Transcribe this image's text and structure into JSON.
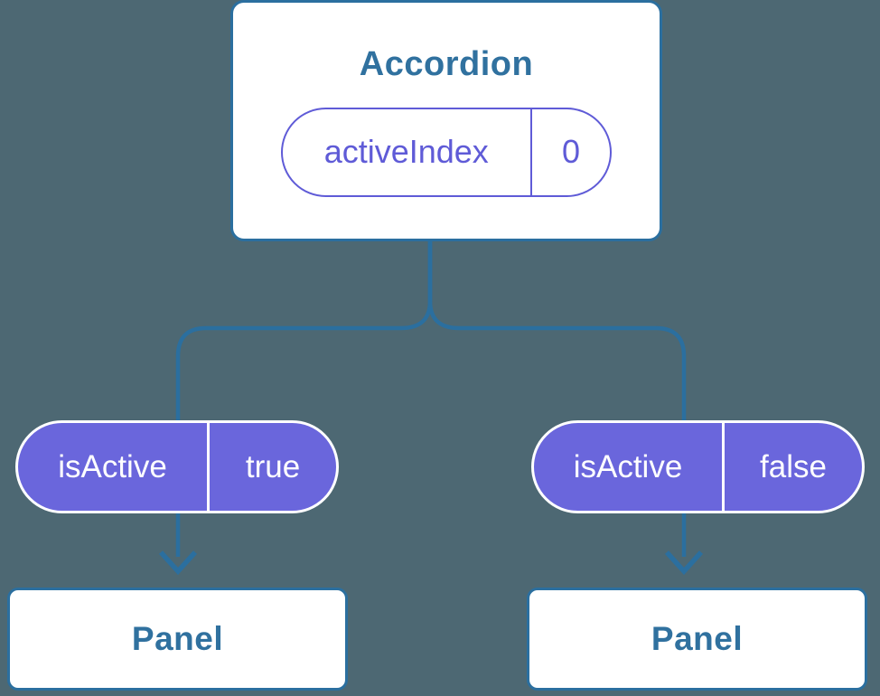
{
  "colors": {
    "background": "#4d6873",
    "line_blue": "#2b6f9f",
    "text_blue": "#30719f",
    "purple_outline": "#5f5bd7",
    "purple_fill": "#6a66dc",
    "box_white": "#ffffff"
  },
  "tree": {
    "root": {
      "title": "Accordion",
      "state": {
        "name": "activeIndex",
        "value": "0"
      }
    },
    "props": [
      {
        "name": "isActive",
        "value": "true"
      },
      {
        "name": "isActive",
        "value": "false"
      }
    ],
    "leaves": [
      {
        "title": "Panel"
      },
      {
        "title": "Panel"
      }
    ],
    "icons": {
      "arrow_down": "v-chevron-arrowhead"
    }
  }
}
